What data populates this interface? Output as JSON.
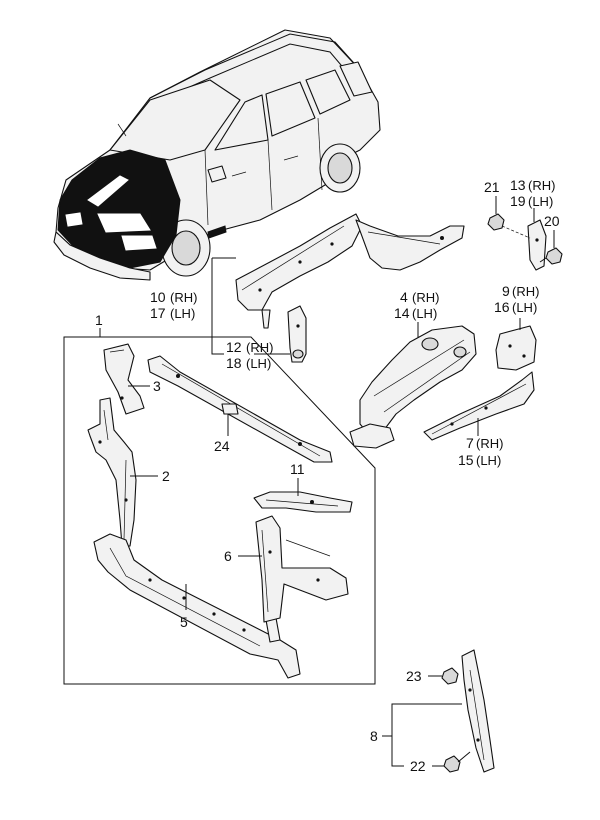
{
  "callouts": {
    "c1": "1",
    "c2": "2",
    "c3": "3",
    "c4": "4",
    "c4_side": "(RH)",
    "c14": "14",
    "c14_side": "(LH)",
    "c5": "5",
    "c6": "6",
    "c7": "7",
    "c7_side": "(RH)",
    "c15": "15",
    "c15_side": "(LH)",
    "c8": "8",
    "c9": "9",
    "c9_side": "(RH)",
    "c16": "16",
    "c16_side": "(LH)",
    "c10": "10",
    "c10_side": "(RH)",
    "c17": "17",
    "c17_side": "(LH)",
    "c11": "11",
    "c12": "12",
    "c12_side": "(RH)",
    "c18": "18",
    "c18_side": "(LH)",
    "c13": "13",
    "c13_side": "(RH)",
    "c19": "19",
    "c19_side": "(LH)",
    "c20": "20",
    "c21": "21",
    "c22": "22",
    "c23": "23",
    "c24": "24"
  },
  "colors": {
    "ink": "#111111",
    "paper": "#ffffff",
    "part_fill": "#f2f2f2"
  }
}
